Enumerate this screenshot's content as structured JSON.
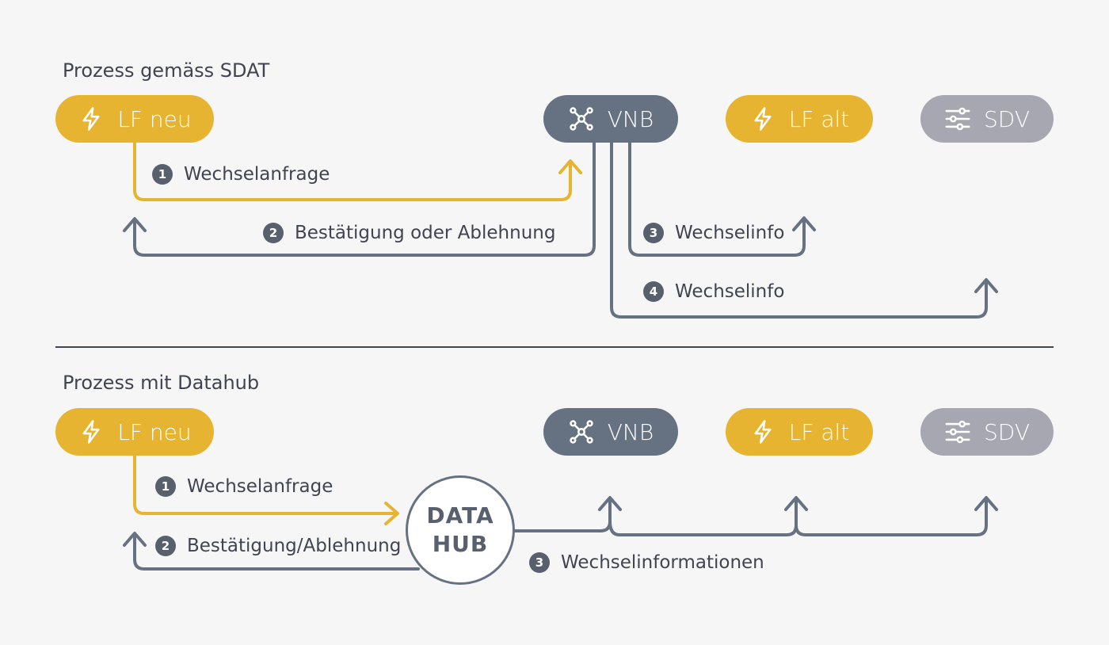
{
  "colors": {
    "yellow": "#e6b431",
    "slate": "#667182",
    "grey": "#a6a7b0",
    "text": "#3f4450",
    "badge": "#59606d"
  },
  "sdat": {
    "title": "Prozess gemäss SDAT",
    "actors": {
      "lf_neu": {
        "label": "LF neu",
        "icon": "lightning-icon"
      },
      "vnb": {
        "label": "VNB",
        "icon": "network-icon"
      },
      "lf_alt": {
        "label": "LF alt",
        "icon": "lightning-icon"
      },
      "sdv": {
        "label": "SDV",
        "icon": "sliders-icon"
      }
    },
    "steps": [
      {
        "num": "1",
        "text": "Wechselanfrage"
      },
      {
        "num": "2",
        "text": "Bestätigung oder Ablehnung"
      },
      {
        "num": "3",
        "text": "Wechselinfo"
      },
      {
        "num": "4",
        "text": "Wechselinfo"
      }
    ]
  },
  "datahub": {
    "title": "Prozess mit Datahub",
    "actors": {
      "lf_neu": {
        "label": "LF neu",
        "icon": "lightning-icon"
      },
      "vnb": {
        "label": "VNB",
        "icon": "network-icon"
      },
      "lf_alt": {
        "label": "LF alt",
        "icon": "lightning-icon"
      },
      "sdv": {
        "label": "SDV",
        "icon": "sliders-icon"
      }
    },
    "hub": {
      "line1": "DATA",
      "line2": "HUB"
    },
    "steps": [
      {
        "num": "1",
        "text": "Wechselanfrage"
      },
      {
        "num": "2",
        "text": "Bestätigung/Ablehnung"
      },
      {
        "num": "3",
        "text": "Wechselinformationen"
      }
    ]
  }
}
